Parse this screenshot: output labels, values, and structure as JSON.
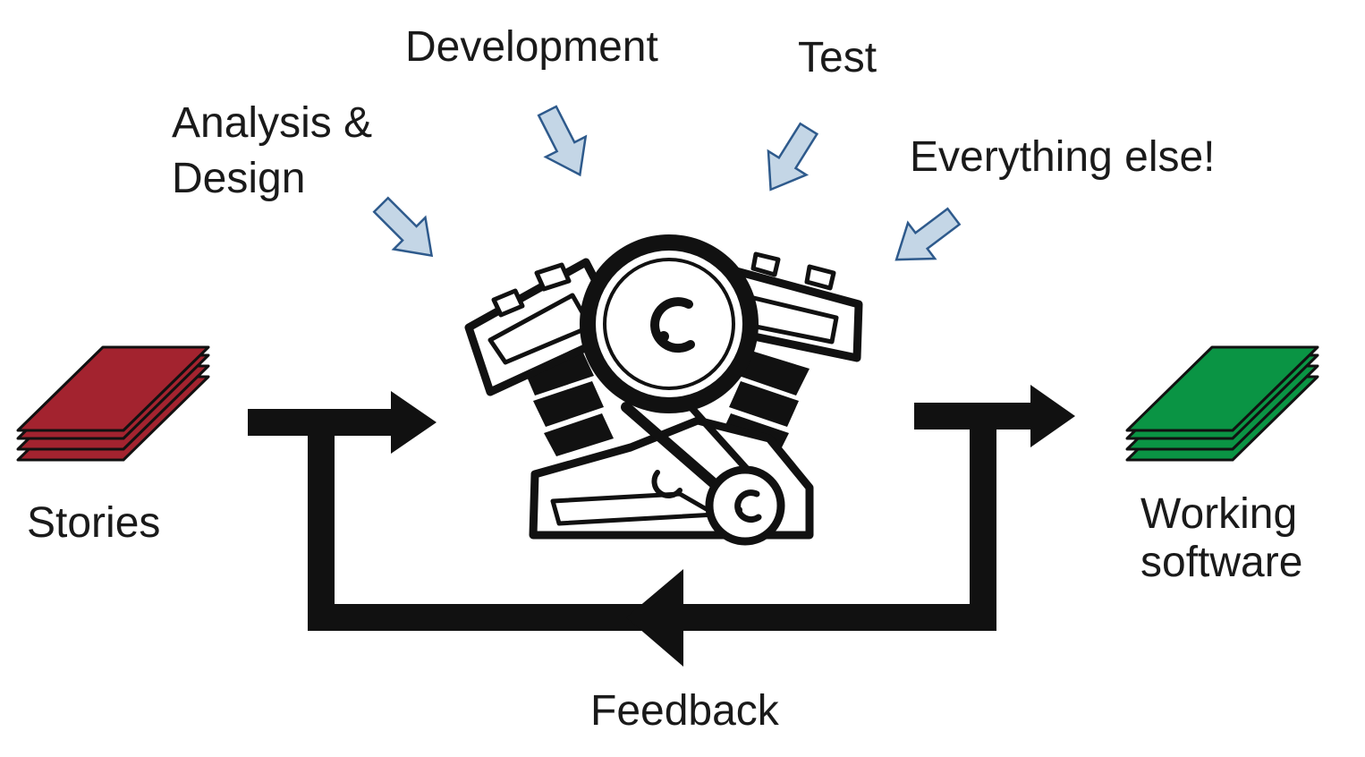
{
  "labels": {
    "analysis_line1": "Analysis &",
    "analysis_line2": "Design",
    "development": "Development",
    "test": "Test",
    "everything_else": "Everything else!",
    "stories": "Stories",
    "working_line1": "Working",
    "working_line2": "software",
    "feedback": "Feedback"
  },
  "colors": {
    "stories_stack": "#a3232f",
    "software_stack": "#0a9444",
    "input_arrow_fill": "#c4d6e6",
    "input_arrow_stroke": "#2e5a8c",
    "flow_arrow": "#111111"
  },
  "icons": {
    "engine": "v-twin-engine-icon",
    "stories": "card-stack-icon",
    "software": "card-stack-icon"
  }
}
